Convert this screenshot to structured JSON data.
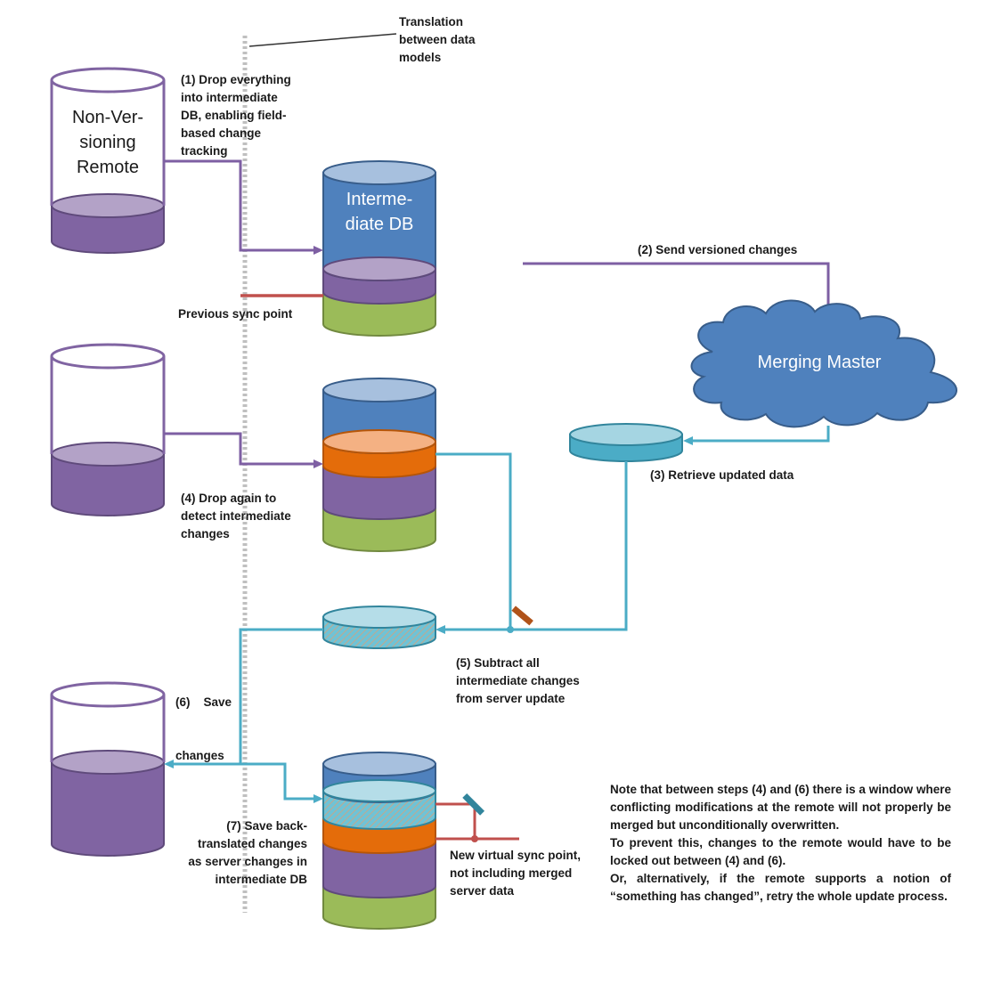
{
  "labels": {
    "translation": [
      "Translation",
      "between data",
      "models"
    ],
    "step1": [
      "(1) Drop everything",
      "into intermediate",
      "DB, enabling  field-",
      "based change",
      "tracking"
    ],
    "previous_sync": "Previous sync point",
    "step2": "(2) Send versioned changes",
    "step3": "(3) Retrieve updated data",
    "step4": [
      "(4) Drop again to",
      "detect intermediate",
      "changes"
    ],
    "step5": [
      "(5) Subtract all",
      "intermediate changes",
      "from server update"
    ],
    "step6": [
      "(6)    Save",
      "changes"
    ],
    "step7": [
      "(7) Save back-",
      "translated changes",
      "as server changes in",
      "intermediate DB"
    ],
    "new_sync": [
      "New virtual sync point,",
      "not including merged",
      "server data"
    ]
  },
  "nodes": {
    "remote_name": [
      "Non-Ver-",
      "sioning",
      "Remote"
    ],
    "intermediate_name": [
      "Interme-",
      "diate DB"
    ],
    "master_name": "Merging Master"
  },
  "note": [
    "Note that between steps (4) and (6) there is a window where conflicting modifications at the remote will not properly be merged but unconditionally overwritten.",
    "To prevent this, changes to the remote would have to be locked out between (4) and (6).",
    "Or, alternatively, if the remote supports a notion of “something has changed”, retry the whole update process."
  ],
  "colors": {
    "purple": "#8064a2",
    "purple_line": "#7e5fa3",
    "blue": "#4f81bd",
    "orange": "#e46c0a",
    "green": "#9bbb59",
    "cyan": "#4bacc6",
    "red": "#c0504d",
    "brown": "#b0531a"
  }
}
